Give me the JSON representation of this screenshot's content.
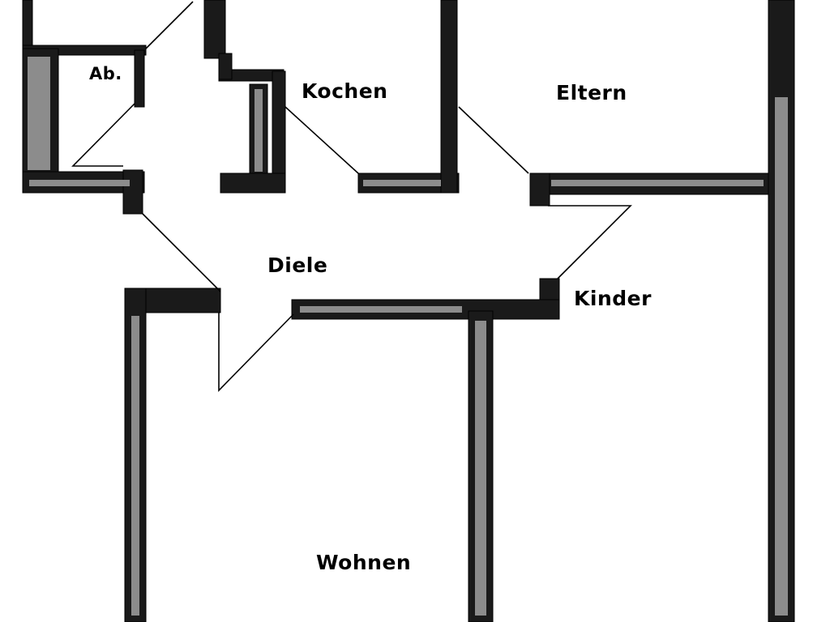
{
  "rooms": {
    "ab": "Ab.",
    "kochen": "Kochen",
    "eltern": "Eltern",
    "diele": "Diele",
    "kinder": "Kinder",
    "wohnen": "Wohnen"
  },
  "colors": {
    "wall": "#1a1a1a",
    "wall_texture": "#8c8c8c",
    "background": "#ffffff"
  }
}
